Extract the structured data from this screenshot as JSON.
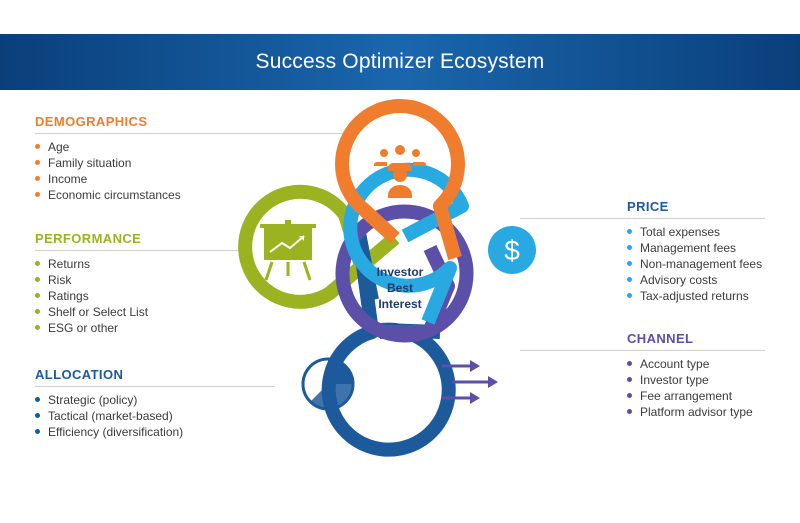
{
  "header": {
    "title": "Success Optimizer Ecosystem"
  },
  "center": {
    "line1": "Investor",
    "line2": "Best",
    "line3": "Interest"
  },
  "colors": {
    "demographics": "#ef7d2d",
    "performance": "#9bb320",
    "price": "#28a9e1",
    "channel": "#5b4fa8",
    "allocation": "#1d5a9c",
    "header": "#1a5fa5",
    "rule": "#cfcfcf"
  },
  "panels": {
    "demographics": {
      "title": "DEMOGRAPHICS",
      "items": [
        "Age",
        "Family situation",
        "Income",
        "Economic circumstances"
      ]
    },
    "performance": {
      "title": "PERFORMANCE",
      "items": [
        "Returns",
        "Risk",
        "Ratings",
        "Shelf or Select List",
        "ESG or other"
      ]
    },
    "allocation": {
      "title": "ALLOCATION",
      "items": [
        "Strategic (policy)",
        "Tactical (market-based)",
        "Efficiency (diversification)"
      ]
    },
    "price": {
      "title": "PRICE",
      "items": [
        "Total expenses",
        "Management fees",
        "Non-management fees",
        "Advisory costs",
        "Tax-adjusted returns"
      ]
    },
    "channel": {
      "title": "CHANNEL",
      "items": [
        "Account type",
        "Investor type",
        "Fee arrangement",
        "Platform advisor type"
      ]
    }
  },
  "icons": {
    "demographics": "people-group-icon",
    "performance": "growth-chart-easel-icon",
    "price": "dollar-sign-icon",
    "allocation": "pie-chart-icon",
    "channel": "flow-arrows-icon"
  }
}
